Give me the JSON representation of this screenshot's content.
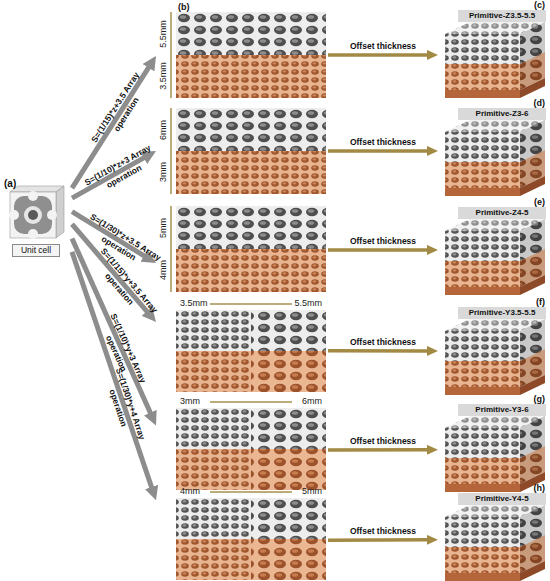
{
  "diagram": {
    "nodes": [
      {
        "text": [
          "(a)",
          "Unit cell"
        ]
      },
      {
        "text": [
          "(b)",
          "5.5mm",
          "3.5mm"
        ]
      },
      {
        "text": [
          "6mm",
          "3mm"
        ]
      },
      {
        "text": [
          "5mm",
          "4mm"
        ]
      },
      {
        "text": [
          "3.5mm",
          "5.5mm"
        ]
      },
      {
        "text": [
          "3mm",
          "6mm"
        ]
      },
      {
        "text": [
          "4mm",
          "5mm"
        ]
      },
      {
        "text": [
          "(c)",
          "Primitive-Z3.5-5.5"
        ]
      },
      {
        "text": [
          "(d)",
          "Primitive-Z3-6"
        ]
      },
      {
        "text": [
          "(e)",
          "Primitive-Z4-5"
        ]
      },
      {
        "text": [
          "(f)",
          "Primitive-Y3.5-5.5"
        ]
      },
      {
        "text": [
          "(g)",
          "Primitive-Y3-6"
        ]
      },
      {
        "text": [
          "(h)",
          "Primitive-Y4-5"
        ]
      }
    ],
    "edges": [
      {
        "from": 0,
        "to": 1,
        "label": "S=(1/15)*z+3.5 Array operation",
        "arrow": "to"
      },
      {
        "from": 0,
        "to": 2,
        "label": "S=(1/10)*z+3 Array operation",
        "arrow": "to"
      },
      {
        "from": 0,
        "to": 3,
        "label": "S=(1/30)*z+3.5 Array operation",
        "arrow": "to"
      },
      {
        "from": 0,
        "to": 4,
        "label": "S=(1/15)*y+3.5 Array operation",
        "arrow": "to"
      },
      {
        "from": 0,
        "to": 5,
        "label": "S=(1/10)*y+3 Array operation",
        "arrow": "to"
      },
      {
        "from": 0,
        "to": 6,
        "label": "S=(1/30)*y+4 Array operation",
        "arrow": "to"
      },
      {
        "from": 1,
        "to": 7,
        "label": "Offset thickness",
        "arrow": "to"
      },
      {
        "from": 2,
        "to": 8,
        "label": "Offset thickness",
        "arrow": "to"
      },
      {
        "from": 3,
        "to": 9,
        "label": "Offset thickness",
        "arrow": "to"
      },
      {
        "from": 4,
        "to": 10,
        "label": "Offset thickness",
        "arrow": "to"
      },
      {
        "from": 5,
        "to": 11,
        "label": "Offset thickness",
        "arrow": "to"
      },
      {
        "from": 6,
        "to": 12,
        "label": "Offset thickness",
        "arrow": "to"
      }
    ]
  }
}
